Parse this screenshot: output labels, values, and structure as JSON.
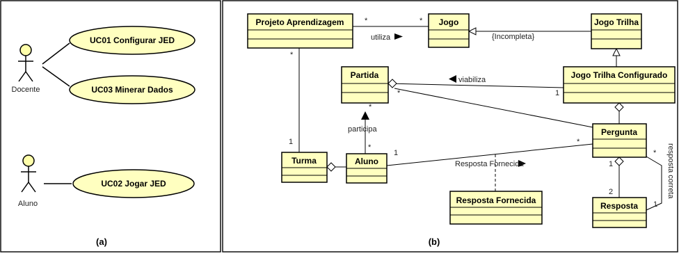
{
  "panel_a": {
    "caption": "(a)",
    "actors": {
      "docente": "Docente",
      "aluno": "Aluno"
    },
    "use_cases": {
      "uc01": "UC01 Configurar JED",
      "uc03": "UC03 Minerar Dados",
      "uc02": "UC02 Jogar JED"
    }
  },
  "panel_b": {
    "caption": "(b)",
    "classes": {
      "projeto": "Projeto Aprendizagem",
      "jogo": "Jogo",
      "jogo_trilha": "Jogo Trilha",
      "partida": "Partida",
      "jogo_trilha_configurado": "Jogo Trilha Configurado",
      "pergunta": "Pergunta",
      "turma": "Turma",
      "aluno": "Aluno",
      "resposta_fornecida": "Resposta Fornecida",
      "resposta": "Resposta"
    },
    "labels": {
      "utiliza": "utiliza",
      "incompleta": "{Incompleta}",
      "viabiliza": "viabiliza",
      "participa": "participa",
      "resposta_fornecida": "Resposta Fornecida",
      "resposta_correta": "resposta correta"
    },
    "multiplicities": {
      "projeto_jogo_src": "*",
      "projeto_jogo_dst": "*",
      "projeto_turma_src": "*",
      "projeto_turma_dst": "1",
      "viabiliza_dst": "1",
      "partida_pergunta_src": "*",
      "partida_aluno_src": "*",
      "partida_aluno_dst": "*",
      "aluno_pergunta_src": "1",
      "aluno_pergunta_dst": "*",
      "pergunta_resposta_src": "1",
      "pergunta_resposta_dst": "2",
      "correta_src": "*",
      "correta_dst": "1"
    }
  }
}
